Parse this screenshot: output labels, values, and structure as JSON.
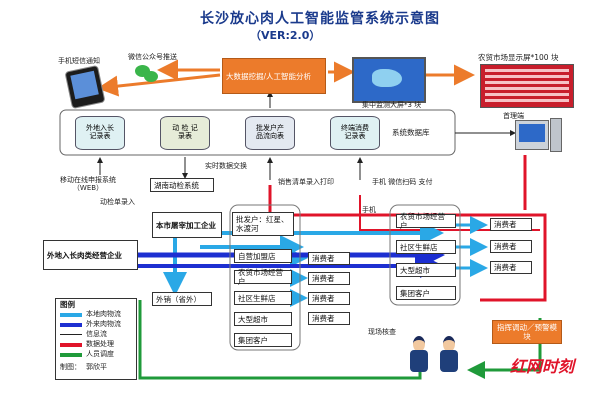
{
  "title": "长沙放心肉人工智能监管系统示意图",
  "subtitle": "（VER:2.0）",
  "colors": {
    "local": "#2aa8e6",
    "outer": "#1d2fd1",
    "info": "#222222",
    "data": "#e0142a",
    "staff": "#1f9a3a",
    "orange": "#ec7b2b"
  },
  "top": {
    "sms": "手机短信通知",
    "wechat": "微信公众号推送",
    "bigdata": "大数据挖掘/人工智能分析",
    "screen_label": "集中监测大屏*3 块",
    "market_screen": "农贸市场显示屏*100 块"
  },
  "db": {
    "cyl1": "外地入长\n记录表",
    "cyl2": "动 检 记\n录表",
    "cyl3": "批发户产\n品流向表",
    "cyl4": "终端消费\n记录表",
    "system_db": "系统数据库",
    "terminal": "首理端"
  },
  "mid": {
    "realtime": "实时数据交换",
    "hunan": "湖南动检系统",
    "quarantine_entry": "动检单录入",
    "sales_entry": "销售清单录入打印",
    "mobile_entry": "移动在线申报系统（WEB）",
    "phone_pay": "手机 微信扫码 支付",
    "phone": "手机"
  },
  "nodes": {
    "processor": "本市屠宰加工企业",
    "outside": "外地入长肉类经营企业",
    "wholesale": "批发户：红星、水渡河",
    "selfstore": "自营加盟店",
    "market": "农贸市场经营户",
    "community": "社区生鲜店",
    "supermarket": "大型超市",
    "group": "集团客户",
    "export": "外销（省外）",
    "r_market": "农贸市场经营户",
    "r_community": "社区生鲜店",
    "r_super": "大型超市",
    "r_group": "集团客户",
    "consumer": "消费者",
    "alert": "指挥调动／预警模块",
    "inspect": "现场核查"
  },
  "legend": {
    "title": "图例",
    "items": [
      "本地肉物流",
      "外来肉物流",
      "信息流",
      "数据处理",
      "人员调度"
    ],
    "author_label": "制图：",
    "author": "郭欣平"
  },
  "watermark": "红网时刻"
}
